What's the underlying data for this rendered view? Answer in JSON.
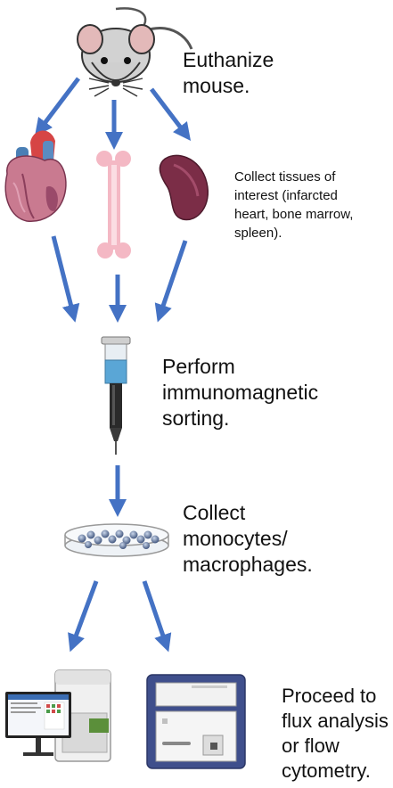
{
  "steps": {
    "euthanize": "Euthanize\nmouse.",
    "collect_tissues": "Collect tissues of\ninterest (infarcted\nheart, bone marrow,\nspleen).",
    "sort": "Perform\nimmunomagnetic\nsorting.",
    "collect_cells": "Collect\nmonocytes/\nmacrophages.",
    "proceed": "Proceed to\nflux analysis\nor flow\ncytometry."
  },
  "colors": {
    "arrow": "#4472c4",
    "heart": "#c86a86",
    "bone": "#f4b8c4",
    "spleen": "#7b2d47",
    "mouse": "#d0d0d0",
    "sorter_liquid": "#5aa6d6"
  }
}
